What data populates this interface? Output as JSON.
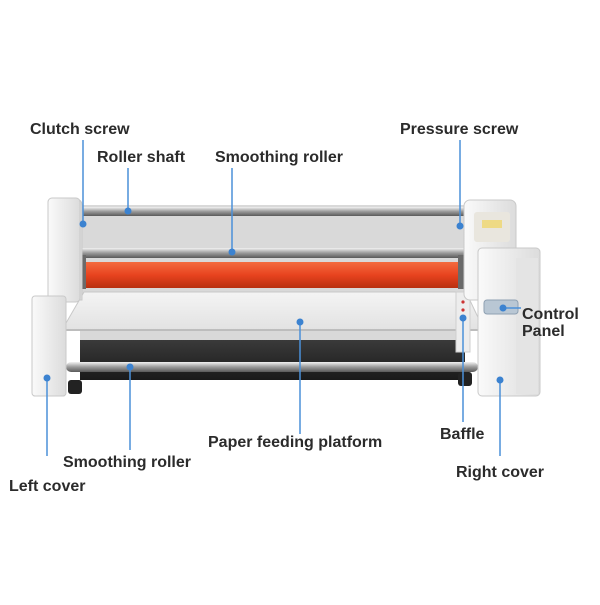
{
  "labels": {
    "clutch_screw": "Clutch screw",
    "roller_shaft": "Roller shaft",
    "smoothing_roller_top": "Smoothing roller",
    "pressure_screw": "Pressure screw",
    "control_panel_line1": "Control",
    "control_panel_line2": "Panel",
    "paper_feeding_platform": "Paper feeding platform",
    "baffle": "Baffle",
    "smoothing_roller_bottom": "Smoothing roller",
    "right_cover": "Right cover",
    "left_cover": "Left cover"
  },
  "colors": {
    "leader": "#4a90d9",
    "dot": "#3b82d0",
    "heat_roller": "#e8431f",
    "body": "#eeeeee",
    "label_text": "#2b2b2b"
  }
}
